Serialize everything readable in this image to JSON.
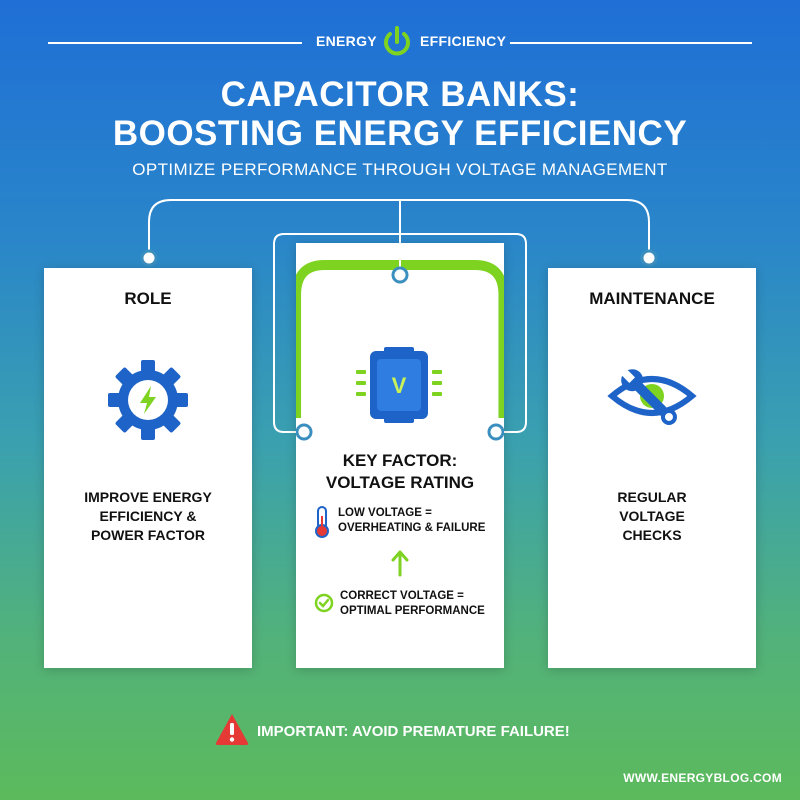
{
  "header": {
    "word_left": "ENERGY",
    "word_right": "EFFICIENCY",
    "icon": "power-icon"
  },
  "title": {
    "line1": "CAPACITOR BANKS:",
    "line2": "BOOSTING ENERGY EFFICIENCY"
  },
  "subtitle": "OPTIMIZE PERFORMANCE THROUGH VOLTAGE MANAGEMENT",
  "cards": {
    "role": {
      "heading": "ROLE",
      "icon": "gear-lightning-icon",
      "text_line1": "IMPROVE ENERGY",
      "text_line2": "EFFICIENCY &",
      "text_line3": "POWER FACTOR"
    },
    "key_factor": {
      "icon": "voltage-chip-icon",
      "icon_letter": "V",
      "heading_line1": "KEY FACTOR:",
      "heading_line2": "VOLTAGE RATING",
      "low_line1": "LOW VOLTAGE =",
      "low_line2": "OVERHEATING & FAILURE",
      "correct_line1": "CORRECT VOLTAGE =",
      "correct_line2": "OPTIMAL PERFORMANCE"
    },
    "maintenance": {
      "heading": "MAINTENANCE",
      "icon": "eye-wrench-icon",
      "text_line1": "REGULAR",
      "text_line2": "VOLTAGE",
      "text_line3": "CHECKS"
    }
  },
  "warning": {
    "icon": "warning-triangle-icon",
    "text": "IMPORTANT: AVOID PREMATURE FAILURE!"
  },
  "footer": "WWW.ENERGYBLOG.COM",
  "colors": {
    "accent_blue": "#1e63c8",
    "accent_green": "#7ed321",
    "warning_red": "#e53935"
  }
}
